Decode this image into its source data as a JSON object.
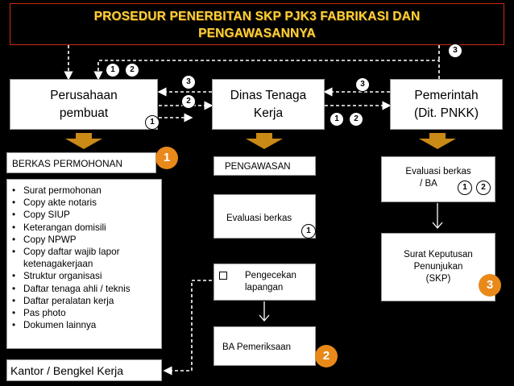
{
  "title": {
    "line1": "PROSEDUR PENERBITAN SKP PJK3 FABRIKASI DAN",
    "line2": "PENGAWASANNYA"
  },
  "nodes": {
    "perusahaan": {
      "line1": "Perusahaan",
      "line2": "pembuat"
    },
    "dinas": {
      "line1": "Dinas Tenaga",
      "line2": "Kerja"
    },
    "pemerintah": {
      "line1": "Pemerintah",
      "line2": "(Dit. PNKK)"
    }
  },
  "berkas": {
    "header": "BERKAS PERMOHONAN",
    "items": [
      "Surat permohonan",
      "Copy akte notaris",
      "Copy SIUP",
      "Keterangan domisili",
      "Copy NPWP",
      "Copy daftar wajib lapor ketenagakerjaan",
      "Struktur organisasi",
      "Daftar tenaga ahli / teknis",
      "Daftar peralatan kerja",
      "Pas photo",
      "Dokumen lainnya"
    ]
  },
  "kantor": "Kantor / Bengkel Kerja",
  "pengawasan": {
    "header": "PENGAWASAN",
    "evaluasi": "Evaluasi berkas",
    "pengecekan": {
      "line1": "Pengecekan",
      "line2": "lapangan"
    },
    "ba": "BA Pemeriksaan"
  },
  "pemerintah_steps": {
    "evaluasi": {
      "line1": "Evaluasi berkas",
      "line2": "/ BA"
    },
    "skp": {
      "line1": "Surat Keputusan",
      "line2": "Penunjukan",
      "line3": "(SKP)"
    }
  },
  "badges": {
    "one": "1",
    "two": "2",
    "three": "3"
  },
  "colors": {
    "background": "#000000",
    "title": "#ffd23a",
    "title_border": "#cc2b10",
    "badge": "#e8891a",
    "arrow": "#c98a16"
  }
}
